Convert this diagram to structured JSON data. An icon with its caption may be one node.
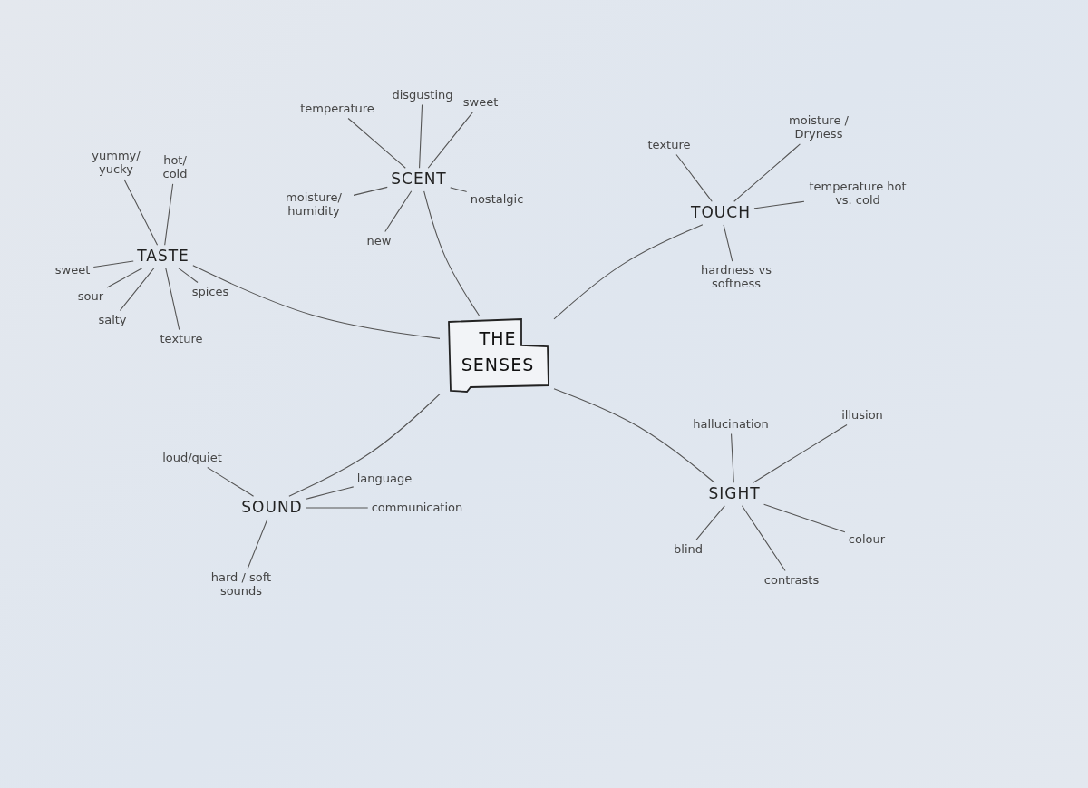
{
  "diagram": {
    "nodes": [
      {
        "text": [
          "THE SENSES"
        ]
      },
      {
        "text": [
          "TASTE"
        ]
      },
      {
        "text": [
          "yummy/ yucky"
        ]
      },
      {
        "text": [
          "hot/ cold"
        ]
      },
      {
        "text": [
          "sweet"
        ]
      },
      {
        "text": [
          "sour"
        ]
      },
      {
        "text": [
          "salty"
        ]
      },
      {
        "text": [
          "texture"
        ]
      },
      {
        "text": [
          "spices"
        ]
      },
      {
        "text": [
          "SCENT"
        ]
      },
      {
        "text": [
          "temperature"
        ]
      },
      {
        "text": [
          "disgusting"
        ]
      },
      {
        "text": [
          "sweet"
        ]
      },
      {
        "text": [
          "moisture/ humidity"
        ]
      },
      {
        "text": [
          "new"
        ]
      },
      {
        "text": [
          "nostalgic"
        ]
      },
      {
        "text": [
          "TOUCH"
        ]
      },
      {
        "text": [
          "texture"
        ]
      },
      {
        "text": [
          "moisture / Dryness"
        ]
      },
      {
        "text": [
          "temperature hot vs. cold"
        ]
      },
      {
        "text": [
          "hardness vs softness"
        ]
      },
      {
        "text": [
          "SOUND"
        ]
      },
      {
        "text": [
          "loud/quiet"
        ]
      },
      {
        "text": [
          "language"
        ]
      },
      {
        "text": [
          "communication"
        ]
      },
      {
        "text": [
          "hard / soft sounds"
        ]
      },
      {
        "text": [
          "SIGHT"
        ]
      },
      {
        "text": [
          "hallucination"
        ]
      },
      {
        "text": [
          "illusion"
        ]
      },
      {
        "text": [
          "blind"
        ]
      },
      {
        "text": [
          "contrasts"
        ]
      },
      {
        "text": [
          "colour"
        ]
      }
    ],
    "edges": [
      {
        "from": 0,
        "to": 1,
        "arrow": "none"
      },
      {
        "from": 0,
        "to": 9,
        "arrow": "none"
      },
      {
        "from": 0,
        "to": 16,
        "arrow": "none"
      },
      {
        "from": 0,
        "to": 21,
        "arrow": "none"
      },
      {
        "from": 0,
        "to": 26,
        "arrow": "none"
      },
      {
        "from": 1,
        "to": 2,
        "arrow": "none"
      },
      {
        "from": 1,
        "to": 3,
        "arrow": "none"
      },
      {
        "from": 1,
        "to": 4,
        "arrow": "none"
      },
      {
        "from": 1,
        "to": 5,
        "arrow": "none"
      },
      {
        "from": 1,
        "to": 6,
        "arrow": "none"
      },
      {
        "from": 1,
        "to": 7,
        "arrow": "none"
      },
      {
        "from": 1,
        "to": 8,
        "arrow": "none"
      },
      {
        "from": 9,
        "to": 10,
        "arrow": "none"
      },
      {
        "from": 9,
        "to": 11,
        "arrow": "none"
      },
      {
        "from": 9,
        "to": 12,
        "arrow": "none"
      },
      {
        "from": 9,
        "to": 13,
        "arrow": "none"
      },
      {
        "from": 9,
        "to": 14,
        "arrow": "none"
      },
      {
        "from": 9,
        "to": 15,
        "arrow": "none"
      },
      {
        "from": 16,
        "to": 17,
        "arrow": "none"
      },
      {
        "from": 16,
        "to": 18,
        "arrow": "none"
      },
      {
        "from": 16,
        "to": 19,
        "arrow": "none"
      },
      {
        "from": 16,
        "to": 20,
        "arrow": "none"
      },
      {
        "from": 21,
        "to": 22,
        "arrow": "none"
      },
      {
        "from": 21,
        "to": 23,
        "arrow": "none"
      },
      {
        "from": 21,
        "to": 24,
        "arrow": "none"
      },
      {
        "from": 21,
        "to": 25,
        "arrow": "none"
      },
      {
        "from": 26,
        "to": 27,
        "arrow": "none"
      },
      {
        "from": 26,
        "to": 28,
        "arrow": "none"
      },
      {
        "from": 26,
        "to": 29,
        "arrow": "none"
      },
      {
        "from": 26,
        "to": 30,
        "arrow": "none"
      },
      {
        "from": 26,
        "to": 31,
        "arrow": "none"
      }
    ]
  }
}
